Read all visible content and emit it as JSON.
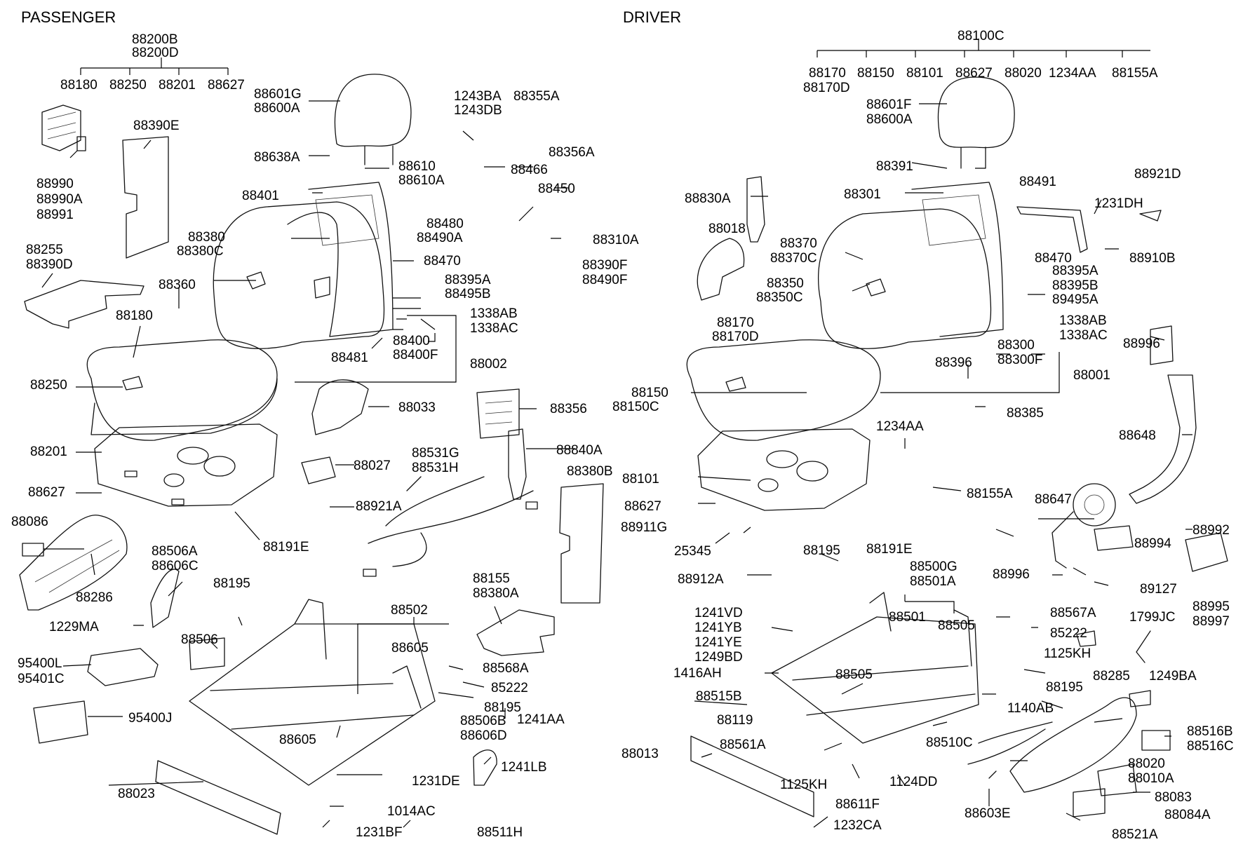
{
  "sections": {
    "passenger": "PASSENGER",
    "driver": "DRIVER"
  },
  "labels": {
    "p_88200B": "88200B",
    "p_88200D": "88200D",
    "p_88180_top": "88180",
    "p_88250_top": "88250",
    "p_88201_top": "88201",
    "p_88627_top": "88627",
    "p_88601G": "88601G",
    "p_88600A": "88600A",
    "p_88390E": "88390E",
    "p_88990": "88990",
    "p_88990A": "88990A",
    "p_88991": "88991",
    "p_88638A": "88638A",
    "p_88610": "88610",
    "p_88610A": "88610A",
    "p_1243BA": "1243BA",
    "p_1243DB": "1243DB",
    "p_88355A": "88355A",
    "p_88356A": "88356A",
    "p_88466": "88466",
    "p_88450": "88450",
    "p_88480": "88480",
    "p_88490A": "88490A",
    "p_88310A": "88310A",
    "p_88390F": "88390F",
    "p_88490F": "88490F",
    "p_88401": "88401",
    "p_88380": "88380",
    "p_88380C": "88380C",
    "p_88470": "88470",
    "p_88255": "88255",
    "p_88390D": "88390D",
    "p_88360": "88360",
    "p_88395A": "88395A",
    "p_88495B": "88495B",
    "p_1338AB": "1338AB",
    "p_1338AC": "1338AC",
    "p_88180": "88180",
    "p_88400": "88400",
    "p_88400F": "88400F",
    "p_88481": "88481",
    "p_88002": "88002",
    "p_88250": "88250",
    "p_88033": "88033",
    "p_88356": "88356",
    "p_88201": "88201",
    "p_88027": "88027",
    "p_88531G": "88531G",
    "p_88531H": "88531H",
    "p_88840A": "88840A",
    "p_88380B": "88380B",
    "p_88627": "88627",
    "p_88921A": "88921A",
    "p_88086": "88086",
    "p_88191E": "88191E",
    "p_88506A": "88506A",
    "p_88606C": "88606C",
    "p_88286": "88286",
    "p_88195": "88195",
    "p_88155": "88155",
    "p_88380A": "88380A",
    "p_1229MA": "1229MA",
    "p_88502": "88502",
    "p_88605": "88605",
    "p_88506": "88506",
    "p_95400L": "95400L",
    "p_95401C": "95401C",
    "p_88568A": "88568A",
    "p_85222": "85222",
    "p_88195b": "88195",
    "p_95400J": "95400J",
    "p_88506B": "88506B",
    "p_88606D": "88606D",
    "p_1241AA": "1241AA",
    "p_88605b": "88605",
    "p_1241LB": "1241LB",
    "p_1231DE": "1231DE",
    "p_88023": "88023",
    "p_1014AC": "1014AC",
    "p_1231BF": "1231BF",
    "p_88511H": "88511H",
    "d_88100C": "88100C",
    "d_88170": "88170",
    "d_88170D": "88170D",
    "d_88150": "88150",
    "d_88101": "88101",
    "d_88627_top": "88627",
    "d_88020_top": "88020",
    "d_1234AA_top": "1234AA",
    "d_88155A_top": "88155A",
    "d_88601F": "88601F",
    "d_88600A": "88600A",
    "d_88391": "88391",
    "d_88491": "88491",
    "d_88921D": "88921D",
    "d_88830A": "88830A",
    "d_88301": "88301",
    "d_1231DH": "1231DH",
    "d_88018": "88018",
    "d_88370": "88370",
    "d_88370C": "88370C",
    "d_88470": "88470",
    "d_88910B": "88910B",
    "d_88350": "88350",
    "d_88350C": "88350C",
    "d_88395A": "88395A",
    "d_88395B": "88395B",
    "d_89495A": "89495A",
    "d_88170b": "88170",
    "d_88170Db": "88170D",
    "d_1338AB": "1338AB",
    "d_1338AC": "1338AC",
    "d_88996": "88996",
    "d_88300": "88300",
    "d_88396": "88396",
    "d_88300F": "88300F",
    "d_88001": "88001",
    "d_88150b": "88150",
    "d_88150C": "88150C",
    "d_88385": "88385",
    "d_1234AA": "1234AA",
    "d_88648": "88648",
    "d_88101b": "88101",
    "d_88155A": "88155A",
    "d_88627": "88627",
    "d_88647": "88647",
    "d_88911G": "88911G",
    "d_88992": "88992",
    "d_88191E": "88191E",
    "d_88994": "88994",
    "d_25345": "25345",
    "d_88195": "88195",
    "d_88500G": "88500G",
    "d_88501A": "88501A",
    "d_88912A": "88912A",
    "d_88996b": "88996",
    "d_89127": "89127",
    "d_88995": "88995",
    "d_88997": "88997",
    "d_1241VD": "1241VD",
    "d_1241YB": "1241YB",
    "d_1241YE": "1241YE",
    "d_1249BD": "1249BD",
    "d_88501": "88501",
    "d_88505": "88505",
    "d_88567A": "88567A",
    "d_85222": "85222",
    "d_1799JC": "1799JC",
    "d_1125KH": "1125KH",
    "d_1416AH": "1416AH",
    "d_88505b": "88505",
    "d_88195b": "88195",
    "d_88515B": "88515B",
    "d_88285": "88285",
    "d_1249BA": "1249BA",
    "d_88119": "88119",
    "d_1140AB": "1140AB",
    "d_88510C": "88510C",
    "d_88516B": "88516B",
    "d_88516C": "88516C",
    "d_88013": "88013",
    "d_88561A": "88561A",
    "d_88020": "88020",
    "d_88010A": "88010A",
    "d_1125KHb": "1125KH",
    "d_1124DD": "1124DD",
    "d_88083": "88083",
    "d_88611F": "88611F",
    "d_88603E": "88603E",
    "d_88084A": "88084A",
    "d_1232CA": "1232CA",
    "d_88521A": "88521A"
  }
}
